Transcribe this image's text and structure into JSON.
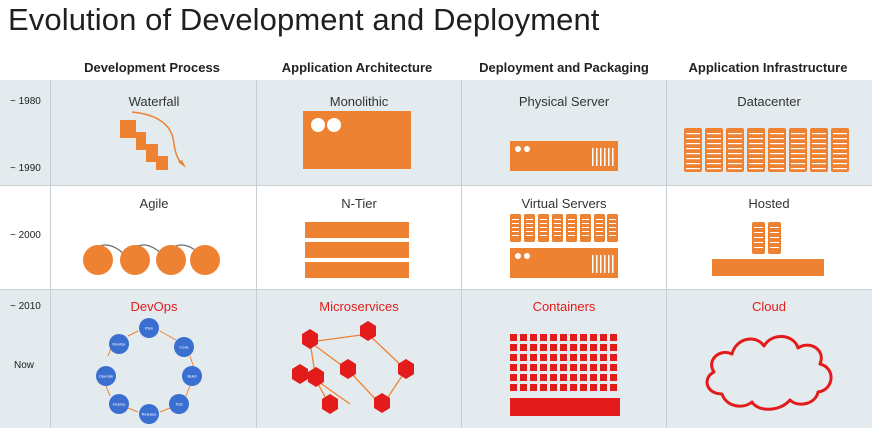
{
  "title": "Evolution of Development and Deployment",
  "columns": [
    "Development Process",
    "Application Architecture",
    "Deployment and Packaging",
    "Application Infrastructure"
  ],
  "row_labels": [
    "~ 1980",
    "~ 1990",
    "~ 2000",
    "~ 2010",
    "Now"
  ],
  "rows": [
    [
      "Waterfall",
      "Monolithic",
      "Physical Server",
      "Datacenter"
    ],
    [
      "Agile",
      "N-Tier",
      "Virtual Servers",
      "Hosted"
    ],
    [
      "DevOps",
      "Microservices",
      "Containers",
      "Cloud"
    ]
  ],
  "devops_cycle": [
    "Plan",
    "Code",
    "Build",
    "Test",
    "Release",
    "Deploy",
    "Operate",
    "Monitor"
  ],
  "colors": {
    "accent_orange": "#ee8233",
    "accent_red": "#e31b1b",
    "devops_blue": "#3a6fd1",
    "band_gray": "#e3ebee"
  }
}
